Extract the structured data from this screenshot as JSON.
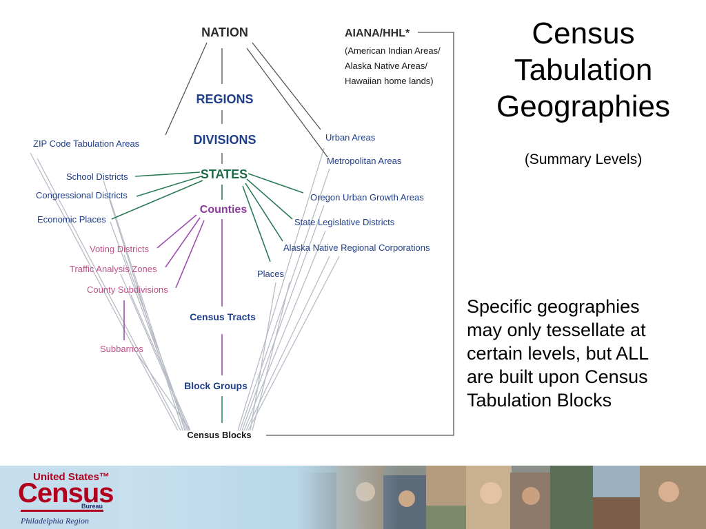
{
  "slide": {
    "title_lines": [
      "Census",
      "Tabulation",
      "Geographies"
    ],
    "subtitle": "(Summary Levels)",
    "body_lines": [
      "Specific geographies",
      "may only tessellate at",
      "certain levels, but ALL",
      "are built upon Census",
      "Tabulation Blocks"
    ]
  },
  "diagram": {
    "nation": "NATION",
    "regions": "REGIONS",
    "divisions": "DIVISIONS",
    "states": "STATES",
    "counties": "Counties",
    "census_tracts": "Census Tracts",
    "block_groups": "Block Groups",
    "census_blocks": "Census Blocks",
    "aiana_title": "AIANA/HHL*",
    "aiana_lines": [
      "(American Indian Areas/",
      "Alaska Native Areas/",
      "Hawaiian home lands)"
    ],
    "zcta": "ZIP Code Tabulation Areas",
    "school_districts": "School Districts",
    "congressional_districts": "Congressional Districts",
    "economic_places": "Economic Places",
    "voting_districts": "Voting Districts",
    "traffic_analysis_zones": "Traffic Analysis Zones",
    "county_subdivisions": "County Subdivisions",
    "subbarrios": "Subbarrios",
    "urban_areas": "Urban Areas",
    "metropolitan_areas": "Metropolitan Areas",
    "oregon_ugas": "Oregon Urban Growth Areas",
    "state_legislative_districts": "State Legislative Districts",
    "alaska_native_regional_corps": "Alaska Native Regional Corporations",
    "places": "Places"
  },
  "colors": {
    "blue_text": "#1f3e8a",
    "green_text": "#1e6b4a",
    "purple_text": "#8a3a9a",
    "pink_text": "#c0508a",
    "black_text": "#1a1a1a",
    "gray_line": "#b8bcc6",
    "black_line": "#555555"
  },
  "footer": {
    "logo_top": "United States™",
    "logo_main": "Census",
    "logo_bureau": "Bureau",
    "logo_region": "Philadelphia Region"
  }
}
